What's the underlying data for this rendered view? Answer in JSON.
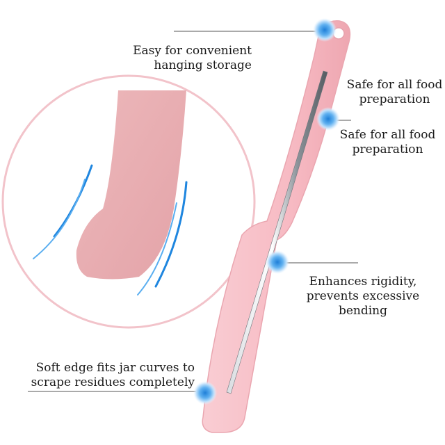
{
  "callouts": {
    "hanging": {
      "line1": "Easy for convenient",
      "line2": "hanging storage"
    },
    "food_safe_upper": {
      "line1": "Safe for all food",
      "line2": "preparation"
    },
    "food_safe_lower": {
      "line1": "Safe for all food",
      "line2": "preparation"
    },
    "rigidity": {
      "line1": "Enhances rigidity,",
      "line2": "prevents excessive",
      "line3": "bending"
    },
    "soft_edge": {
      "line1": "Soft edge fits jar curves to",
      "line2": "scrape residues completely"
    }
  },
  "colors": {
    "spatula_pink": "#f7bfc6",
    "spatula_shadow": "#e9a4ad",
    "steel_core": "#9aa0a6",
    "marker_blue": "#2f8fe0",
    "leader_line": "#555555",
    "zoom_ring": "#f4c9cf",
    "zoom_tip": "#e9aeb0",
    "motion_arc": "#1f86df"
  }
}
